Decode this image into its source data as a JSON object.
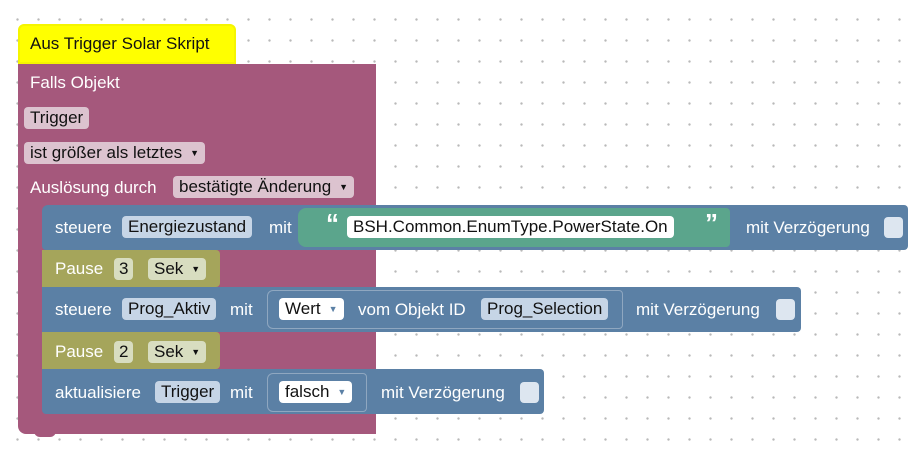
{
  "comment_block": {
    "text": "Aus Trigger Solar Skript"
  },
  "event_block": {
    "title": "Falls Objekt",
    "object_field": "Trigger",
    "condition_dropdown": "ist größer als letztes",
    "trigger_label": "Auslösung durch",
    "trigger_dropdown": "bestätigte Änderung"
  },
  "statements": {
    "control1": {
      "label": "steuere",
      "object": "Energiezustand",
      "with": "mit",
      "quote_open": "“",
      "value": "BSH.Common.EnumType.PowerState.On",
      "quote_close": "”",
      "delay_label": "mit Verzögerung"
    },
    "pause1": {
      "label": "Pause",
      "value": "3",
      "unit": "Sek"
    },
    "control2": {
      "label": "steuere",
      "object": "Prog_Aktiv",
      "with": "mit",
      "value_dropdown": "Wert",
      "from_label": "vom Objekt ID",
      "source_object": "Prog_Selection",
      "delay_label": "mit Verzögerung"
    },
    "pause2": {
      "label": "Pause",
      "value": "2",
      "unit": "Sek"
    },
    "update1": {
      "label": "aktualisiere",
      "object": "Trigger",
      "with": "mit",
      "value_dropdown": "falsch",
      "delay_label": "mit Verzögerung"
    }
  },
  "colors": {
    "event": "#a5587c",
    "action": "#5b80a5",
    "pause": "#a5a55b",
    "text_literal": "#5ba58c",
    "comment": "#ffff00"
  }
}
